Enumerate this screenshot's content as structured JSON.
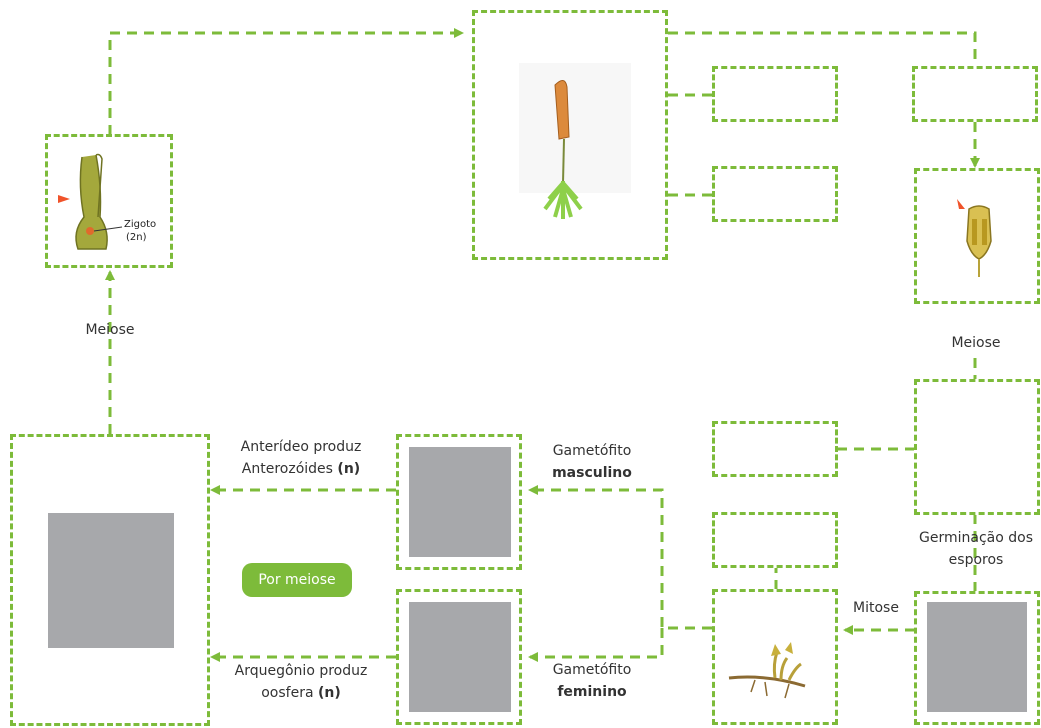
{
  "labels": {
    "meiose_left": "Meiose",
    "meiose_right": "Meiose",
    "anteridio_line1": "Anterídeo produz",
    "anteridio_line2": "Anterozóides",
    "anteridio_n": "(n)",
    "arquegonio_line1": "Arquegônio produz",
    "arquegonio_line2": "oosfera",
    "arquegonio_n": "(n)",
    "gametofito_m_line1": "Gametófito",
    "gametofito_m_line2": "masculino",
    "gametofito_f_line1": "Gametófito",
    "gametofito_f_line2": "feminino",
    "germinacao_line1": "Germinação dos",
    "germinacao_line2": "esporos",
    "mitose": "Mitose",
    "por_meiose": "Por meiose",
    "zigoto": "Zigoto",
    "zigoto_2n": "(2n)"
  },
  "colors": {
    "dash": "#7dbb3a",
    "placeholder": "#a7a8ab",
    "pill": "#7dbb3a"
  }
}
